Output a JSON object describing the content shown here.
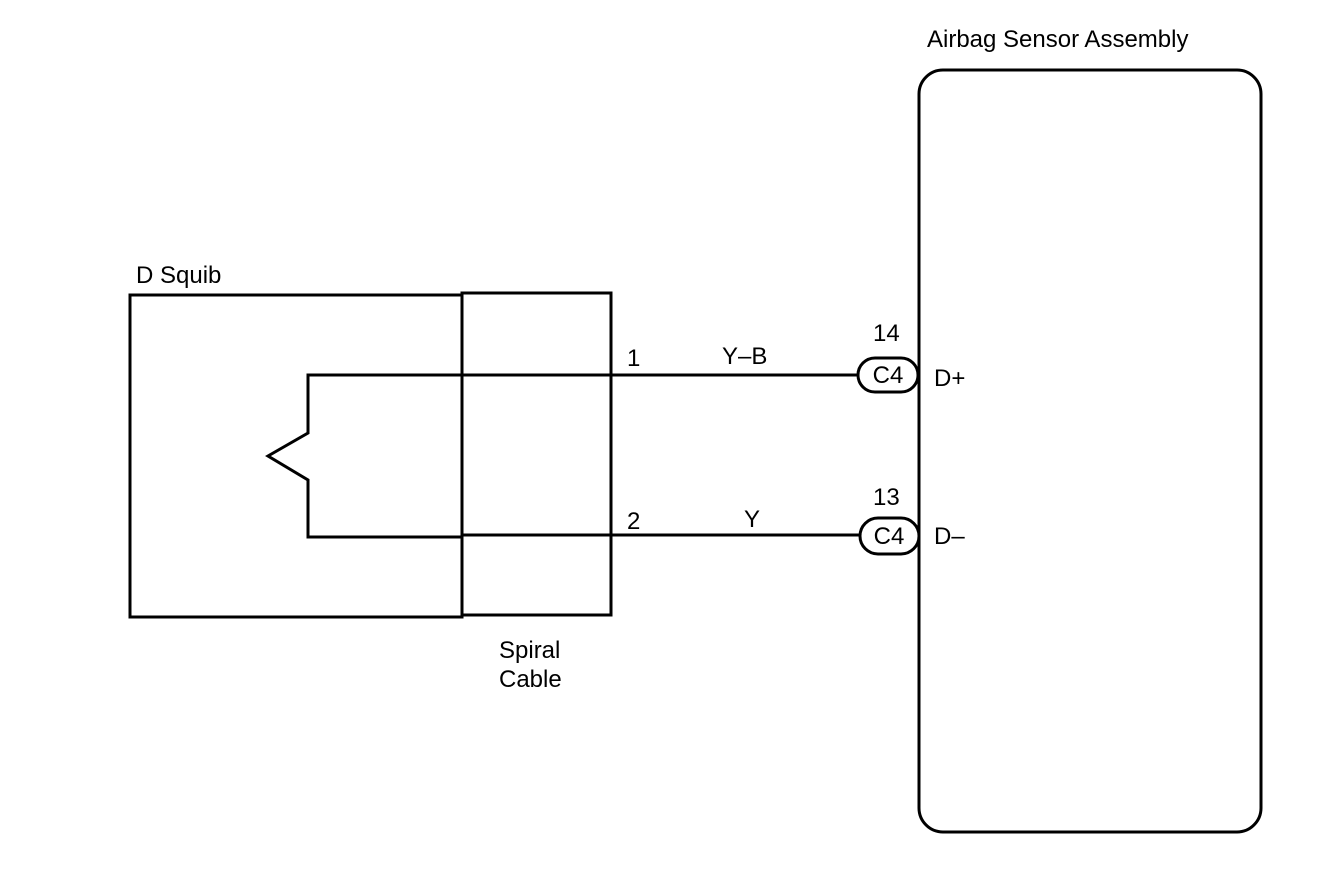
{
  "components": {
    "d_squib": {
      "label": "D Squib"
    },
    "spiral_cable": {
      "label_line1": "Spiral",
      "label_line2": "Cable"
    },
    "airbag_sensor_assembly": {
      "label": "Airbag Sensor Assembly"
    }
  },
  "wires": [
    {
      "pin": "1",
      "color": "Y–B",
      "connector": "C4",
      "connector_pin": "14",
      "terminal": "D+"
    },
    {
      "pin": "2",
      "color": "Y",
      "connector": "C4",
      "connector_pin": "13",
      "terminal": "D–"
    }
  ]
}
